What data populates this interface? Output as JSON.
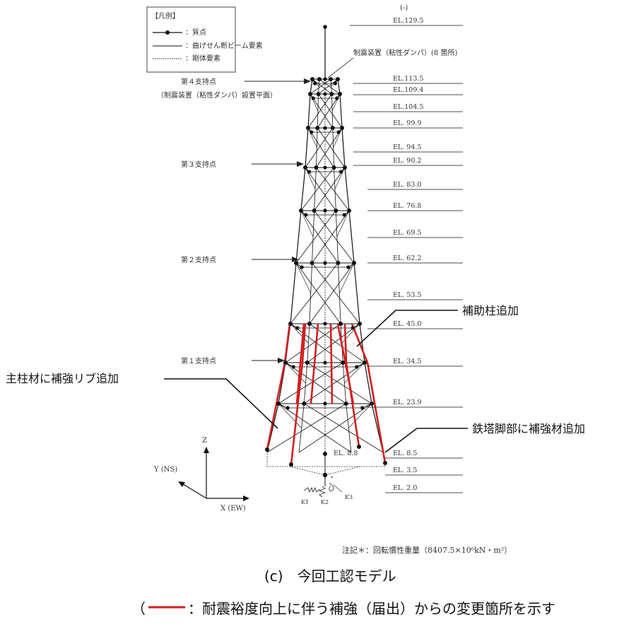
{
  "legend": {
    "title": "【凡例】",
    "items": [
      {
        "symbol": "node",
        "label": "：質点"
      },
      {
        "symbol": "beam",
        "label": "：曲げせん断ビーム要素"
      },
      {
        "symbol": "rigid",
        "label": "：剛体要素"
      }
    ]
  },
  "top_marker": "(-)",
  "damper_label": "制震装置（粘性ダンパ）(8 箇所)",
  "supports": [
    {
      "label": "第４支持点",
      "note": "（制震装置（粘性ダンパ）設置平面）"
    },
    {
      "label": "第３支持点"
    },
    {
      "label": "第２支持点"
    },
    {
      "label": "第１支持点"
    }
  ],
  "elevations": [
    "EL.129.5",
    "EL.113.5",
    "EL.109.4",
    "EL.104.5",
    "EL. 99.9",
    "EL. 94.5",
    "EL. 90.2",
    "EL. 83.0",
    "EL. 76.8",
    "EL. 69.5",
    "EL. 62.2",
    "EL. 53.5",
    "EL. 45.0",
    "EL. 34.5",
    "EL. 23.9",
    "EL.  8.5",
    "EL.  3.5",
    "EL.  2.0"
  ],
  "inner_elevation": "EL. 8.8",
  "callouts": {
    "auxiliary_column": "補助柱追加",
    "main_column_rib": "主柱材に補強リブ追加",
    "leg_reinforcement": "鉄塔脚部に補強材追加"
  },
  "axes": {
    "z": "Z",
    "y": "Y (NS)",
    "x": "X (EW)"
  },
  "springs": {
    "k1": "K1",
    "k2": "K2",
    "k3": "K3"
  },
  "note": "注記＊：回転慣性重量（8407.5×10⁶kN・m²）",
  "caption": "(c)　今回工認モデル",
  "footer": {
    "open": "（",
    "text": "：耐震裕度向上に伴う補強（届出）からの変更箇所を示す"
  },
  "colors": {
    "structure": "#111111",
    "reinforcement": "#d21f1f"
  }
}
